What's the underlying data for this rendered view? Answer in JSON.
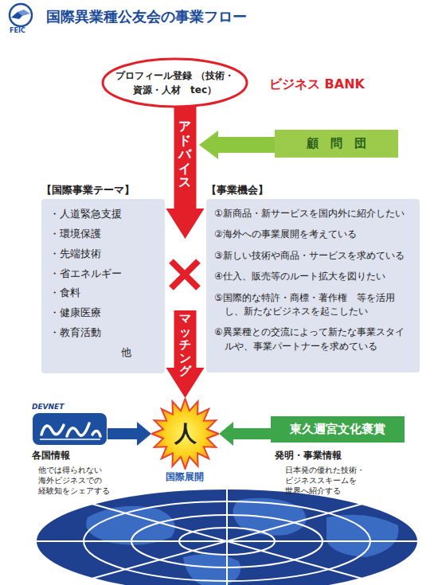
{
  "diagram": {
    "title": "国際異業種公友会の事業フロー",
    "nodes": [
      {
        "text": [
          "プロフィール登録 （技術・資源・人材　tec）"
        ]
      },
      {
        "text": [
          "顧　問　団"
        ]
      },
      {
        "text": [
          "【国際事業テーマ】",
          "・人道緊急支援",
          "・環境保護",
          "・先端技術",
          "・省エネルギー",
          "・食料",
          "・健康医療",
          "・教育活動",
          "他"
        ]
      },
      {
        "text": [
          "【事業機会】",
          "①新商品・新サービスを国内外に紹介したい",
          "②海外への事業展開を考えている",
          "③新しい技術や商品・サービスを求めている",
          "④仕入、販売等のルート拡大を図りたい",
          "⑤国際的な特許・商標・著作権　等を活用し、新たなビジネスを起こしたい",
          "⑥異業種との交流によって新たな事業スタイルや、事業パートナーを求めている"
        ]
      },
      {
        "text": [
          "人"
        ]
      },
      {
        "text": [
          "DEVNET"
        ]
      },
      {
        "text": [
          "東久邇宮文化褒賞"
        ]
      }
    ],
    "edges": [
      {
        "from": 0,
        "to": 4,
        "arrow": "to"
      },
      {
        "from": 5,
        "to": 4,
        "arrow": "to"
      },
      {
        "from": 6,
        "to": 4,
        "arrow": "to"
      }
    ],
    "labels": [
      "FEIC",
      "ビジネス BANK",
      "アドバイス",
      "マッチング",
      "国際展開",
      "各国情報",
      "他では得られない 海外ビジネスでの 経験知をシェアする",
      "発明・事業情報",
      "日本発の優れた技術・ ビジネススキームを 世界へ紹介する"
    ]
  }
}
